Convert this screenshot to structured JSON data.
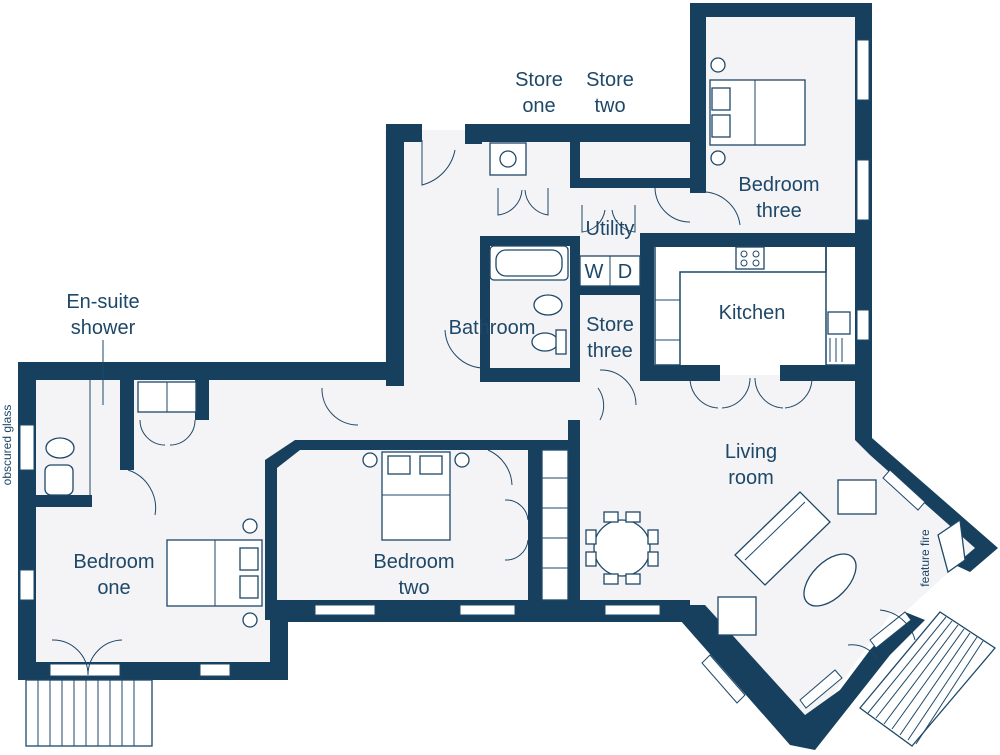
{
  "rooms": {
    "store_one": [
      "Store",
      "one"
    ],
    "store_two": [
      "Store",
      "two"
    ],
    "bedroom_three": [
      "Bedroom",
      "three"
    ],
    "utility": "Utility",
    "bathroom": "Bathroom",
    "kitchen": "Kitchen",
    "store_three": [
      "Store",
      "three"
    ],
    "ensuite": [
      "En-suite",
      "shower"
    ],
    "living": [
      "Living",
      "room"
    ],
    "bedroom_one": [
      "Bedroom",
      "one"
    ],
    "bedroom_two": [
      "Bedroom",
      "two"
    ]
  },
  "appliances": {
    "washer": "W",
    "dryer": "D"
  },
  "notes": {
    "obscured_glass": "obscured glass",
    "feature_fire": "feature fire"
  },
  "colors": {
    "wall": "#17405e",
    "floor": "#f4f3f6",
    "text": "#1e4868"
  }
}
